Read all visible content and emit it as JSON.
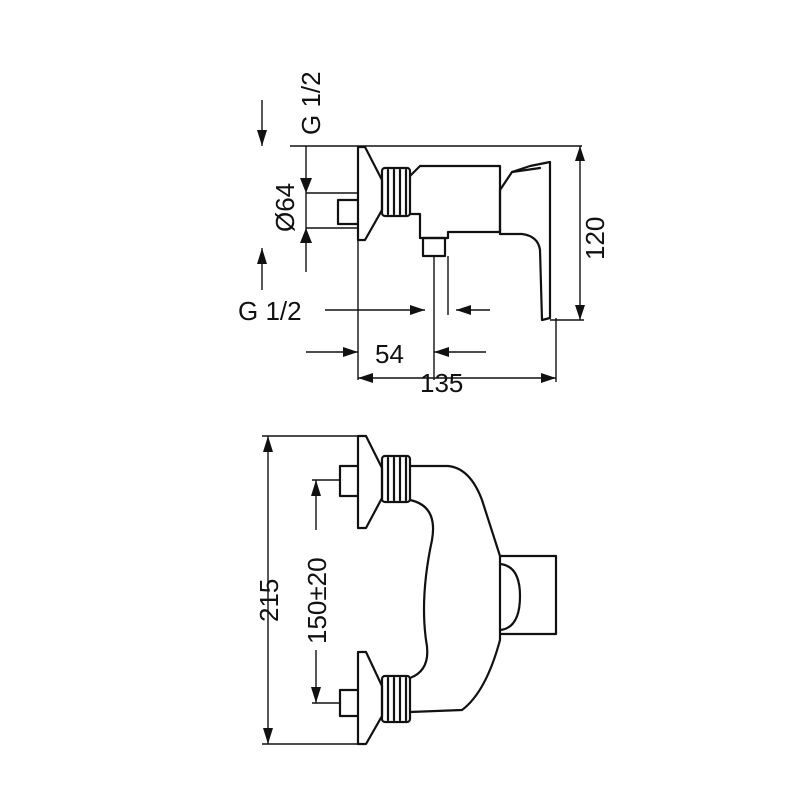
{
  "drawing": {
    "line_color": "#111111",
    "background": "#ffffff",
    "labels": {
      "g_top": "G 1/2",
      "diameter": "Ø64",
      "g_bottom": "G 1/2",
      "d54": "54",
      "d135": "135",
      "d120": "120",
      "d215": "215",
      "d150": "150±20"
    }
  }
}
